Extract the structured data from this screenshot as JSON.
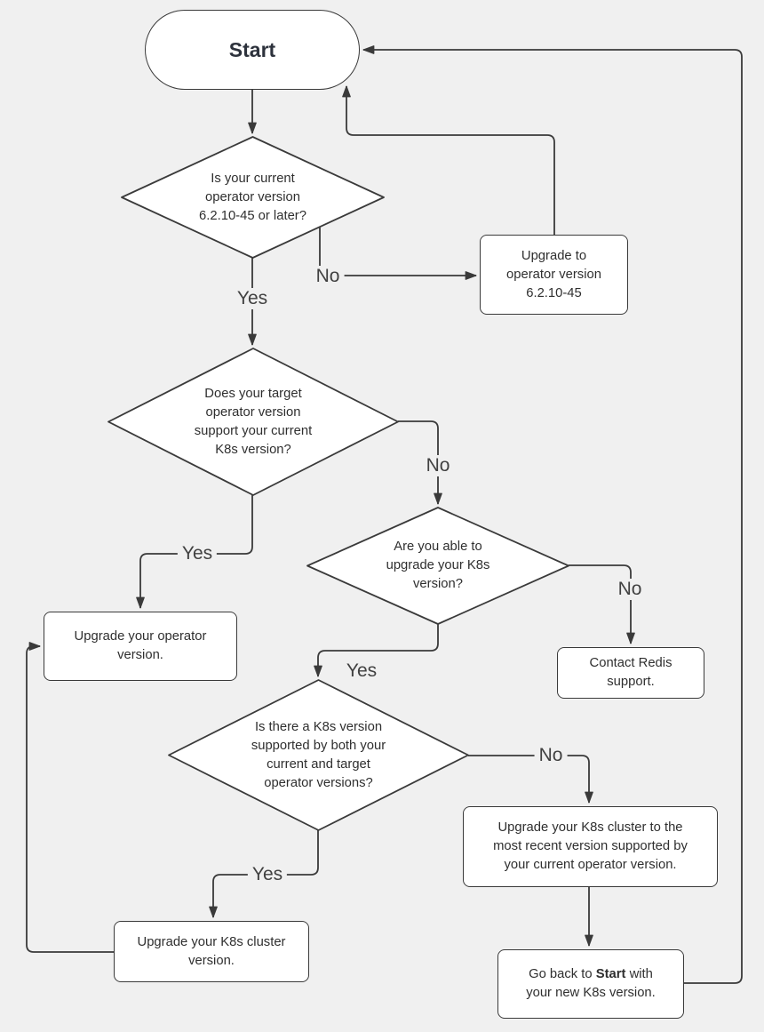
{
  "title": "Redis operator K8s upgrade flowchart",
  "colors": {
    "background": "#f0f0f0",
    "node_fill": "#ffffff",
    "stroke": "#3a3a3a",
    "node_text": "#2f2f2f",
    "edge_label_text": "#414141"
  },
  "nodes": {
    "start": {
      "label": "Start"
    },
    "q_operator_version": {
      "lines": [
        "Is your current",
        "operator version",
        "6.2.10-45 or later?"
      ]
    },
    "p_upgrade_operator_62_10_45": {
      "lines": [
        "Upgrade to",
        "operator version",
        "6.2.10-45"
      ]
    },
    "q_target_supports_k8s": {
      "lines": [
        "Does your target",
        "operator version",
        "support your current",
        "K8s version?"
      ]
    },
    "p_upgrade_operator": {
      "lines": [
        "Upgrade your operator",
        "version."
      ]
    },
    "q_can_upgrade_k8s": {
      "lines": [
        "Are you able to",
        "upgrade your K8s",
        "version?"
      ]
    },
    "p_contact_support": {
      "lines": [
        "Contact Redis",
        "support."
      ]
    },
    "q_common_k8s_version": {
      "lines": [
        "Is there a K8s version",
        "supported by both your",
        "current and target",
        "operator versions?"
      ]
    },
    "p_upgrade_cluster_recent": {
      "lines": [
        "Upgrade your K8s cluster to the",
        "most recent version supported by",
        "your current operator version."
      ]
    },
    "p_upgrade_cluster": {
      "lines": [
        "Upgrade your K8s cluster",
        "version."
      ]
    },
    "p_go_back_start": {
      "line1_prefix": "Go back to ",
      "line1_bold": "Start",
      "line1_suffix": " with",
      "line2": "your new K8s version."
    }
  },
  "edge_labels": {
    "d1_yes": "Yes",
    "d1_no": "No",
    "d2_yes": "Yes",
    "d2_no": "No",
    "d3_yes": "Yes",
    "d3_no": "No",
    "d4_yes": "Yes",
    "d4_no": "No"
  }
}
